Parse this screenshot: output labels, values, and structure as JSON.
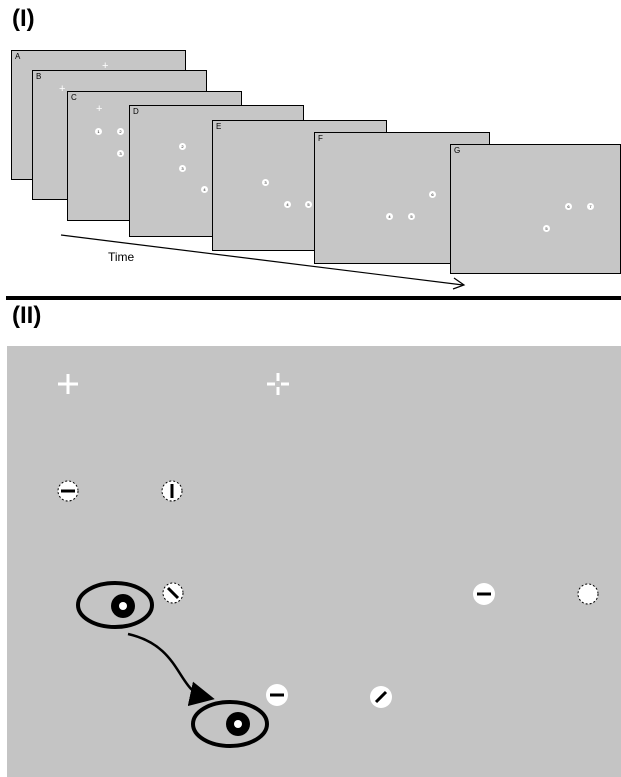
{
  "section1": {
    "title": "(I)",
    "time_label": "Time",
    "frames": [
      {
        "label": "A",
        "numbers": []
      },
      {
        "label": "B",
        "numbers": []
      },
      {
        "label": "C",
        "numbers": [
          "1",
          "2",
          "3"
        ]
      },
      {
        "label": "D",
        "numbers": [
          "2",
          "3",
          "4"
        ]
      },
      {
        "label": "E",
        "numbers": [
          "3",
          "4",
          "5"
        ]
      },
      {
        "label": "F",
        "numbers": [
          "4",
          "5",
          "6"
        ]
      },
      {
        "label": "G",
        "numbers": [
          "5",
          "6",
          "7"
        ]
      }
    ]
  },
  "section2": {
    "title": "(II)"
  },
  "colors": {
    "stimulus_bg": "#c4c4c4",
    "cross": "#ffffff",
    "outline": "#000000"
  }
}
